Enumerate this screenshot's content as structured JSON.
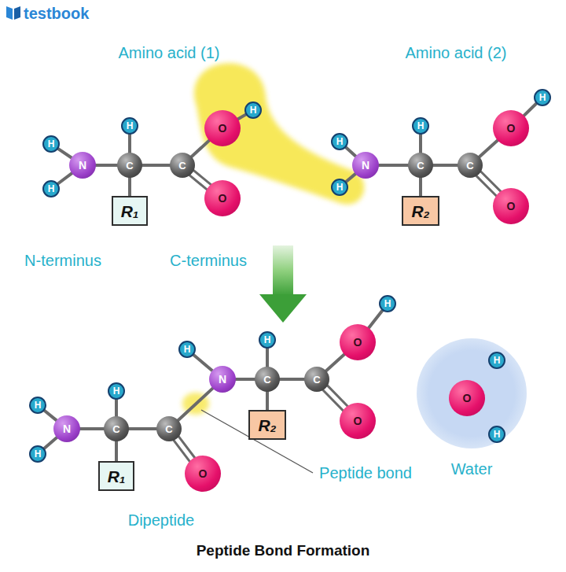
{
  "diagram": {
    "title": "Peptide Bond Formation",
    "nodes": [
      {
        "text": [
          "H"
        ]
      },
      {
        "text": [
          "N"
        ]
      },
      {
        "text": [
          "H"
        ]
      },
      {
        "text": [
          "H"
        ]
      },
      {
        "text": [
          "C"
        ]
      },
      {
        "text": [
          "R₁"
        ]
      },
      {
        "text": [
          "C"
        ]
      },
      {
        "text": [
          "O"
        ]
      },
      {
        "text": [
          "H"
        ]
      },
      {
        "text": [
          "O"
        ]
      },
      {
        "text": [
          "H"
        ]
      },
      {
        "text": [
          "N"
        ]
      },
      {
        "text": [
          "H"
        ]
      },
      {
        "text": [
          "H"
        ]
      },
      {
        "text": [
          "C"
        ]
      },
      {
        "text": [
          "R₂"
        ]
      },
      {
        "text": [
          "C"
        ]
      },
      {
        "text": [
          "O"
        ]
      },
      {
        "text": [
          "H"
        ]
      },
      {
        "text": [
          "O"
        ]
      },
      {
        "text": [
          "H"
        ]
      },
      {
        "text": [
          "N"
        ]
      },
      {
        "text": [
          "H"
        ]
      },
      {
        "text": [
          "H"
        ]
      },
      {
        "text": [
          "C"
        ]
      },
      {
        "text": [
          "R₁"
        ]
      },
      {
        "text": [
          "C"
        ]
      },
      {
        "text": [
          "O"
        ]
      },
      {
        "text": [
          "H"
        ]
      },
      {
        "text": [
          "N"
        ]
      },
      {
        "text": [
          "H"
        ]
      },
      {
        "text": [
          "C"
        ]
      },
      {
        "text": [
          "R₂"
        ]
      },
      {
        "text": [
          "C"
        ]
      },
      {
        "text": [
          "O"
        ]
      },
      {
        "text": [
          "H"
        ]
      },
      {
        "text": [
          "O"
        ]
      },
      {
        "text": [
          "Water"
        ]
      },
      {
        "text": [
          "H"
        ],
        "in": 37
      },
      {
        "text": [
          "O"
        ],
        "in": 37
      },
      {
        "text": [
          "H"
        ],
        "in": 37
      }
    ],
    "edges": [
      {
        "from": 0,
        "to": 1,
        "arrow": "none"
      },
      {
        "from": 2,
        "to": 1,
        "arrow": "none"
      },
      {
        "from": 1,
        "to": 4,
        "arrow": "none"
      },
      {
        "from": 3,
        "to": 4,
        "arrow": "none"
      },
      {
        "from": 4,
        "to": 5,
        "arrow": "none"
      },
      {
        "from": 4,
        "to": 6,
        "arrow": "none"
      },
      {
        "from": 6,
        "to": 7,
        "arrow": "none"
      },
      {
        "from": 7,
        "to": 8,
        "arrow": "none"
      },
      {
        "from": 6,
        "to": 9,
        "arrow": "none"
      },
      {
        "from": 10,
        "to": 11,
        "arrow": "none"
      },
      {
        "from": 12,
        "to": 11,
        "arrow": "none"
      },
      {
        "from": 11,
        "to": 14,
        "arrow": "none"
      },
      {
        "from": 13,
        "to": 14,
        "arrow": "none"
      },
      {
        "from": 14,
        "to": 15,
        "arrow": "none"
      },
      {
        "from": 14,
        "to": 16,
        "arrow": "none"
      },
      {
        "from": 16,
        "to": 17,
        "arrow": "none"
      },
      {
        "from": 17,
        "to": 18,
        "arrow": "none"
      },
      {
        "from": 16,
        "to": 19,
        "arrow": "none"
      },
      {
        "from": 20,
        "to": 21,
        "arrow": "none"
      },
      {
        "from": 22,
        "to": 21,
        "arrow": "none"
      },
      {
        "from": 21,
        "to": 24,
        "arrow": "none"
      },
      {
        "from": 23,
        "to": 24,
        "arrow": "none"
      },
      {
        "from": 24,
        "to": 25,
        "arrow": "none"
      },
      {
        "from": 24,
        "to": 26,
        "arrow": "none"
      },
      {
        "from": 26,
        "to": 27,
        "arrow": "none"
      },
      {
        "from": 26,
        "to": 29,
        "arrow": "none"
      },
      {
        "from": 28,
        "to": 29,
        "arrow": "none"
      },
      {
        "from": 29,
        "to": 31,
        "arrow": "none"
      },
      {
        "from": 30,
        "to": 31,
        "arrow": "none"
      },
      {
        "from": 31,
        "to": 32,
        "arrow": "none"
      },
      {
        "from": 31,
        "to": 33,
        "arrow": "none"
      },
      {
        "from": 33,
        "to": 34,
        "arrow": "none"
      },
      {
        "from": 34,
        "to": 35,
        "arrow": "none"
      },
      {
        "from": 33,
        "to": 36,
        "arrow": "none"
      },
      {
        "from": 38,
        "to": 39,
        "arrow": "none"
      },
      {
        "from": 39,
        "to": 40,
        "arrow": "none"
      }
    ],
    "labels": [
      "testbook",
      "Amino acid (1)",
      "Amino acid (2)",
      "N-terminus",
      "C-terminus",
      "Peptide bond",
      "Dipeptide"
    ]
  }
}
